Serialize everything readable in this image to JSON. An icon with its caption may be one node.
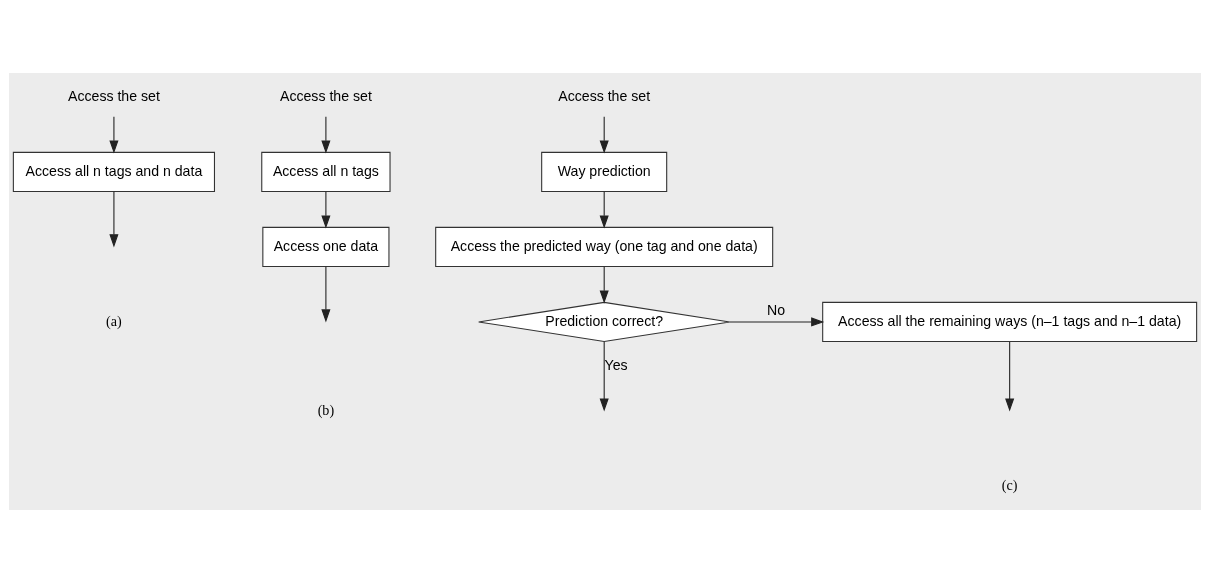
{
  "diagram": {
    "nodes": [
      {
        "text": [
          "Access the set"
        ]
      },
      {
        "text": [
          "Access all n tags and n data"
        ]
      },
      {
        "text": [
          "Access the set"
        ]
      },
      {
        "text": [
          "Access all n tags"
        ]
      },
      {
        "text": [
          "Access one data"
        ]
      },
      {
        "text": [
          "Access the set"
        ]
      },
      {
        "text": [
          "Way prediction"
        ]
      },
      {
        "text": [
          "Access the predicted way (one tag and one data)"
        ]
      },
      {
        "text": [
          "Prediction correct?"
        ]
      },
      {
        "text": [
          "Access all the remaining ways (n–1 tags and n–1 data)"
        ]
      }
    ],
    "edges": [
      {
        "from": 0,
        "to": 1,
        "arrow": "to"
      },
      {
        "from": 1,
        "to": null,
        "arrow": "to"
      },
      {
        "from": 2,
        "to": 3,
        "arrow": "to"
      },
      {
        "from": 3,
        "to": 4,
        "arrow": "to"
      },
      {
        "from": 4,
        "to": null,
        "arrow": "to"
      },
      {
        "from": 5,
        "to": 6,
        "arrow": "to"
      },
      {
        "from": 6,
        "to": 7,
        "arrow": "to"
      },
      {
        "from": 7,
        "to": 8,
        "arrow": "to"
      },
      {
        "from": 8,
        "to": 9,
        "label": "No",
        "arrow": "to"
      },
      {
        "from": 8,
        "to": null,
        "label": "Yes",
        "arrow": "to"
      },
      {
        "from": 9,
        "to": null,
        "arrow": "to"
      }
    ],
    "labels": [
      "(a)",
      "(b)",
      "(c)"
    ]
  }
}
